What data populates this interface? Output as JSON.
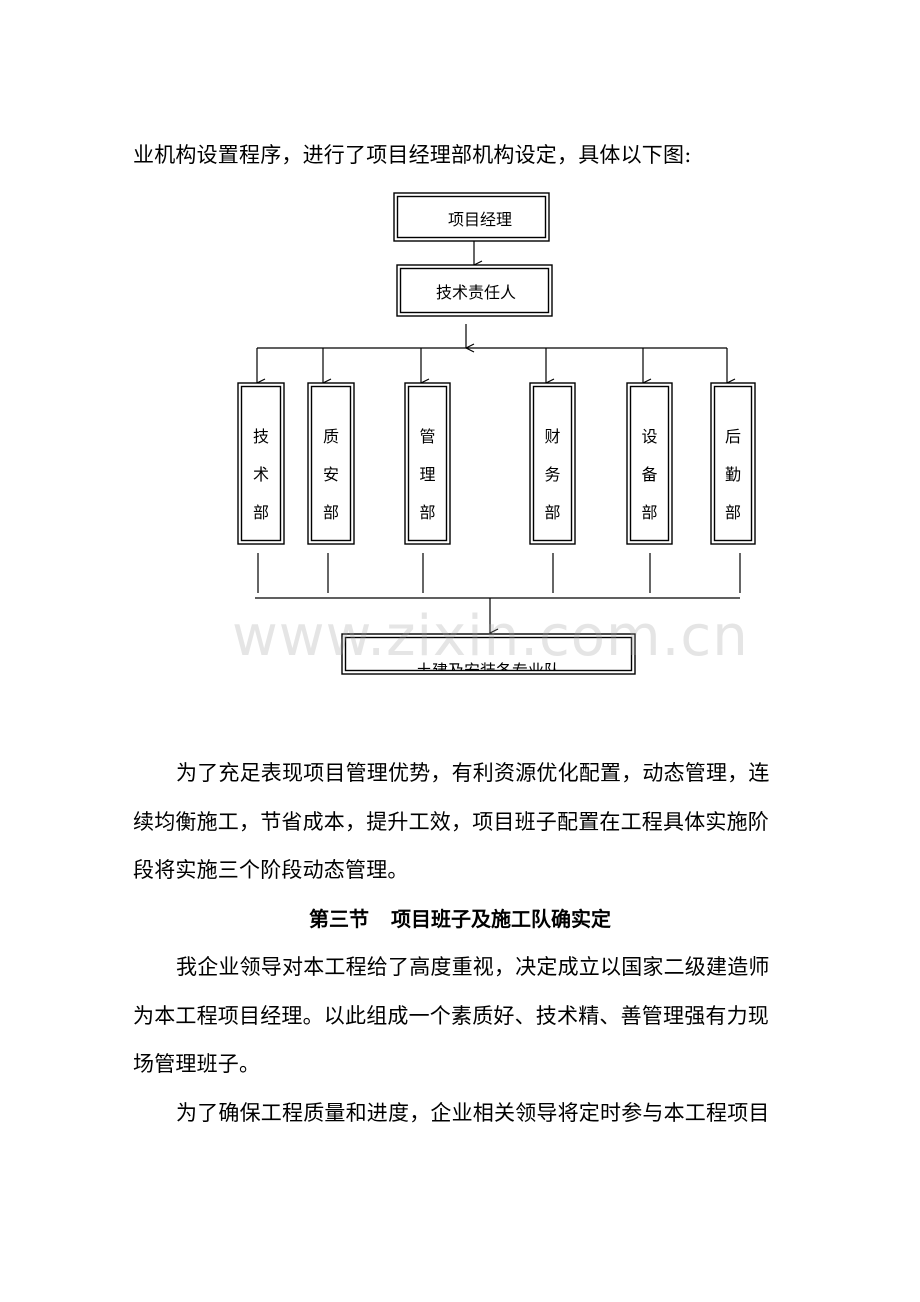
{
  "doc": {
    "intro_line": "业机构设置程序，进行了项目经理部机构设定，具体以下图:",
    "para1": [
      "为了充足表现项目管理优势，有利资源优化配置，动态管理，连",
      "续均衡施工，节省成本，提升工效，项目班子配置在工程具体实施阶",
      "段将实施三个阶段动态管理。"
    ],
    "heading_num": "第三节",
    "heading_title": "项目班子及施工队确实定",
    "para2": [
      "我企业领导对本工程给了高度重视，决定成立以国家二级建造师",
      "为本工程项目经理。以此组成一个素质好、技术精、善管理强有力现",
      "场管理班子。"
    ],
    "para3": [
      "为了确保工程质量和进度，企业相关领导将定时参与本工程项目"
    ],
    "watermark": "www.zixin.com.cn"
  },
  "org": {
    "manager": "项目经理",
    "tech_lead": "技术责任人",
    "departments": [
      "技术部",
      "质安部",
      "管理部",
      "财务部",
      "设备部",
      "后勤部"
    ],
    "teams": "土建及安装各专业队"
  }
}
